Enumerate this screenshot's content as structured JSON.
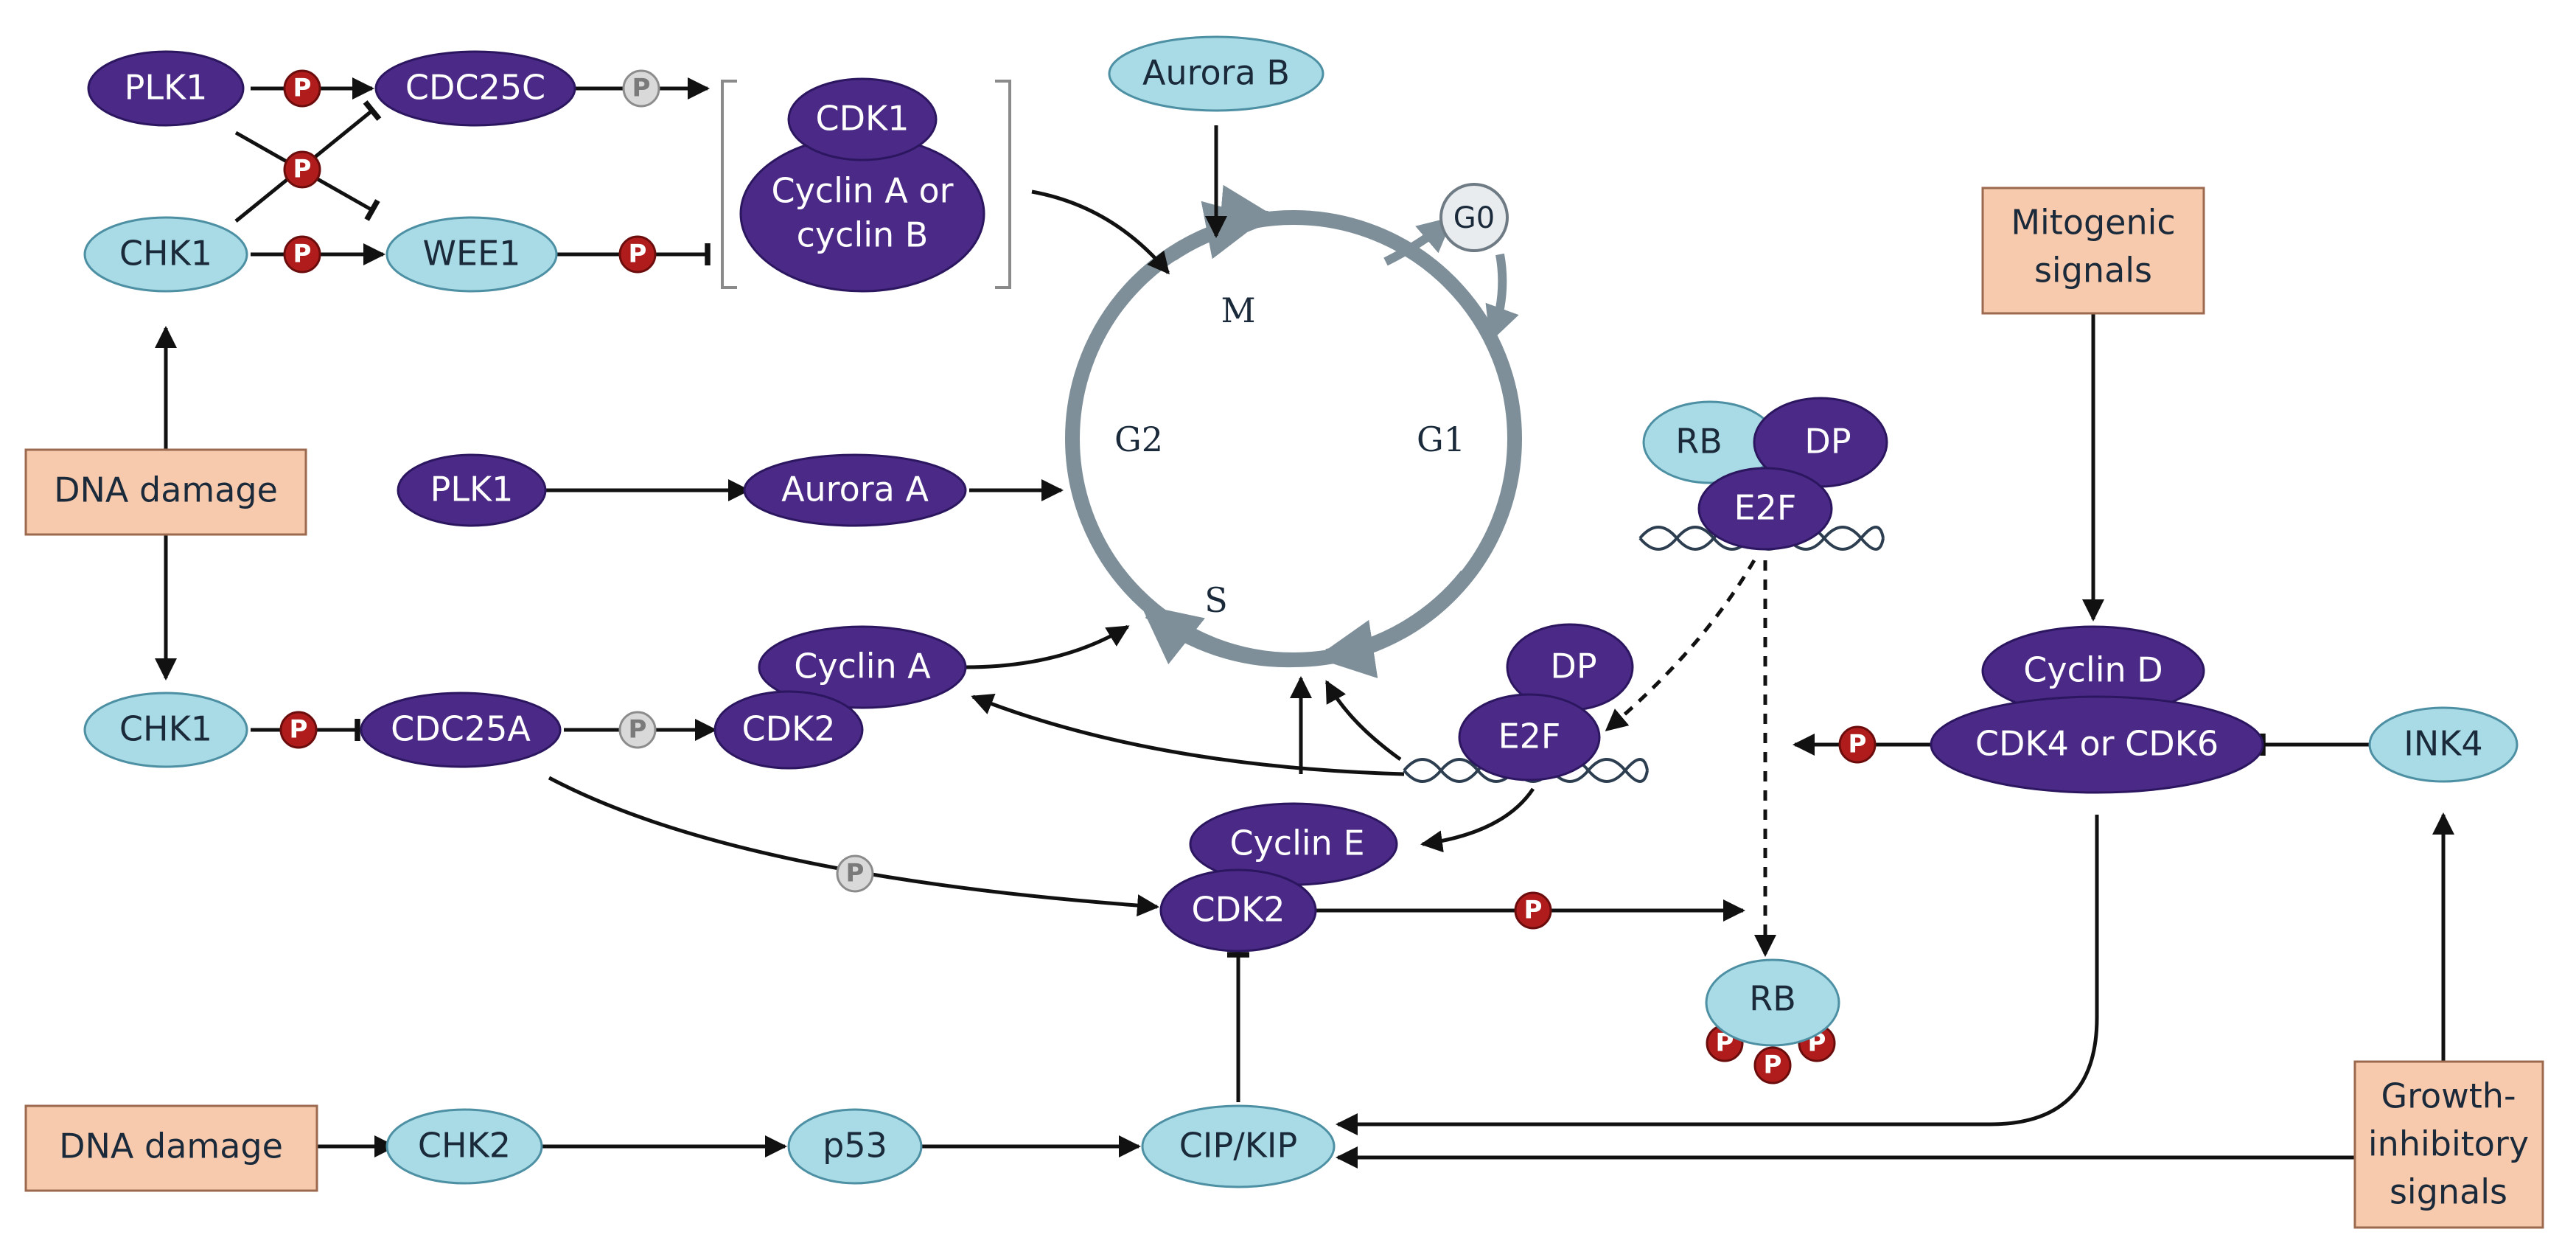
{
  "nodes": {
    "plk1_top": "PLK1",
    "cdc25c": "CDC25C",
    "cdk1": "CDK1",
    "cyclin_ab_l1": "Cyclin A or",
    "cyclin_ab_l2": "cyclin B",
    "aurora_b": "Aurora B",
    "g0": "G0",
    "chk1_top": "CHK1",
    "wee1": "WEE1",
    "mitogenic_l1": "Mitogenic",
    "mitogenic_l2": "signals",
    "dna_damage_left": "DNA damage",
    "plk1_mid": "PLK1",
    "aurora_a": "Aurora A",
    "rb_top": "RB",
    "dp_top": "DP",
    "e2f_top": "E2F",
    "chk1_mid": "CHK1",
    "cdc25a": "CDC25A",
    "cyclin_a": "Cyclin A",
    "cdk2_a": "CDK2",
    "dp_mid": "DP",
    "e2f_mid": "E2F",
    "cyclin_d": "Cyclin D",
    "cdk4_6": "CDK4 or CDK6",
    "ink4": "INK4",
    "cyclin_e": "Cyclin E",
    "cdk2_e": "CDK2",
    "rb_p": "RB",
    "dna_damage_bottom": "DNA damage",
    "chk2": "CHK2",
    "p53": "p53",
    "cip_kip": "CIP/KIP",
    "growth_l1": "Growth-",
    "growth_l2": "inhibitory",
    "growth_l3": "signals"
  },
  "phases": {
    "m": "M",
    "g1": "G1",
    "g2": "G2",
    "s": "S"
  },
  "phospho_label": "P",
  "colors": {
    "purple": "#4a2a86",
    "cyan": "#a8dbe6",
    "box": "#f7c9ad",
    "phospho": "#b01c1c",
    "cycle": "#7e8f99"
  }
}
